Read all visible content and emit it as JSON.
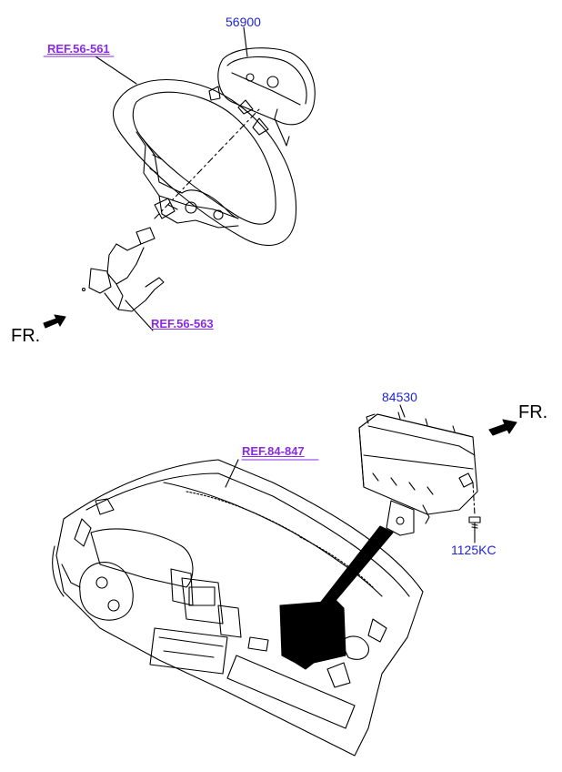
{
  "labels": {
    "part_airbag_driver": "56900",
    "ref_steering_wheel": "REF.56-561",
    "ref_column": "REF.56-563",
    "fr_top": "FR.",
    "part_airbag_passenger": "84530",
    "fr_bottom": "FR.",
    "ref_crash_pad": "REF.84-847",
    "part_bolt": "1125KC"
  },
  "colors": {
    "part_number": "#1f23d8",
    "reference": "#8a2be2",
    "line": "#000000"
  }
}
